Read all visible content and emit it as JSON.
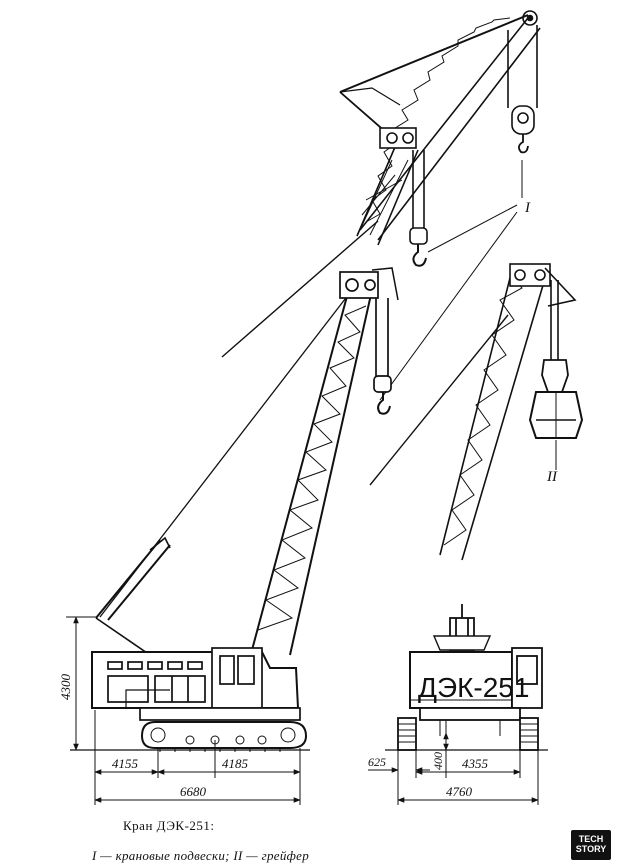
{
  "labels": {
    "marker_hooks": "I",
    "marker_grab": "II",
    "crane_text": "ДЭК-251"
  },
  "dimensions": {
    "height": "4300",
    "left_length": "4155",
    "mid_length": "4185",
    "total_length": "6680",
    "track_offset": "625",
    "ground_clearance": "400",
    "track_gauge": "4355",
    "total_width": "4760"
  },
  "caption": {
    "title": "Кран ДЭК-251:",
    "legend": "I — крановые подвески; II — грейфер"
  },
  "logo": {
    "line1": "TECH",
    "line2": "STORY"
  }
}
